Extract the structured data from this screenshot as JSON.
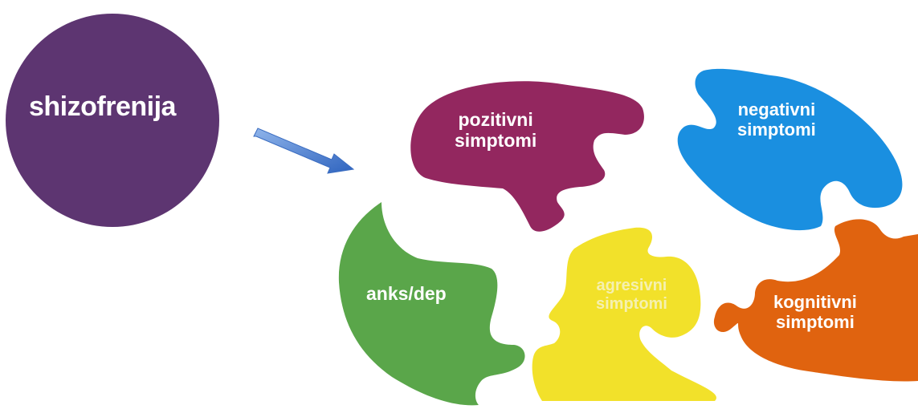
{
  "title": "shizofrenija",
  "colors": {
    "circle": "#5d3571",
    "positive": "#93275f",
    "negative": "#1a8fe0",
    "cognitive": "#e0630f",
    "anxiety": "#5aa64a",
    "aggressive": "#f2e12a",
    "arrow": "#4a7fd0",
    "text": "#ffffff",
    "aggressive_text": "#f5f0b0"
  },
  "pieces": {
    "positive": {
      "line1": "pozitivni",
      "line2": "simptomi"
    },
    "negative": {
      "line1": "negativni",
      "line2": "simptomi"
    },
    "cognitive": {
      "line1": "kognitivni",
      "line2": "simptomi"
    },
    "anxiety": {
      "line1": "anks/dep"
    },
    "aggressive": {
      "line1": "agresivni",
      "line2": "simptomi"
    }
  }
}
